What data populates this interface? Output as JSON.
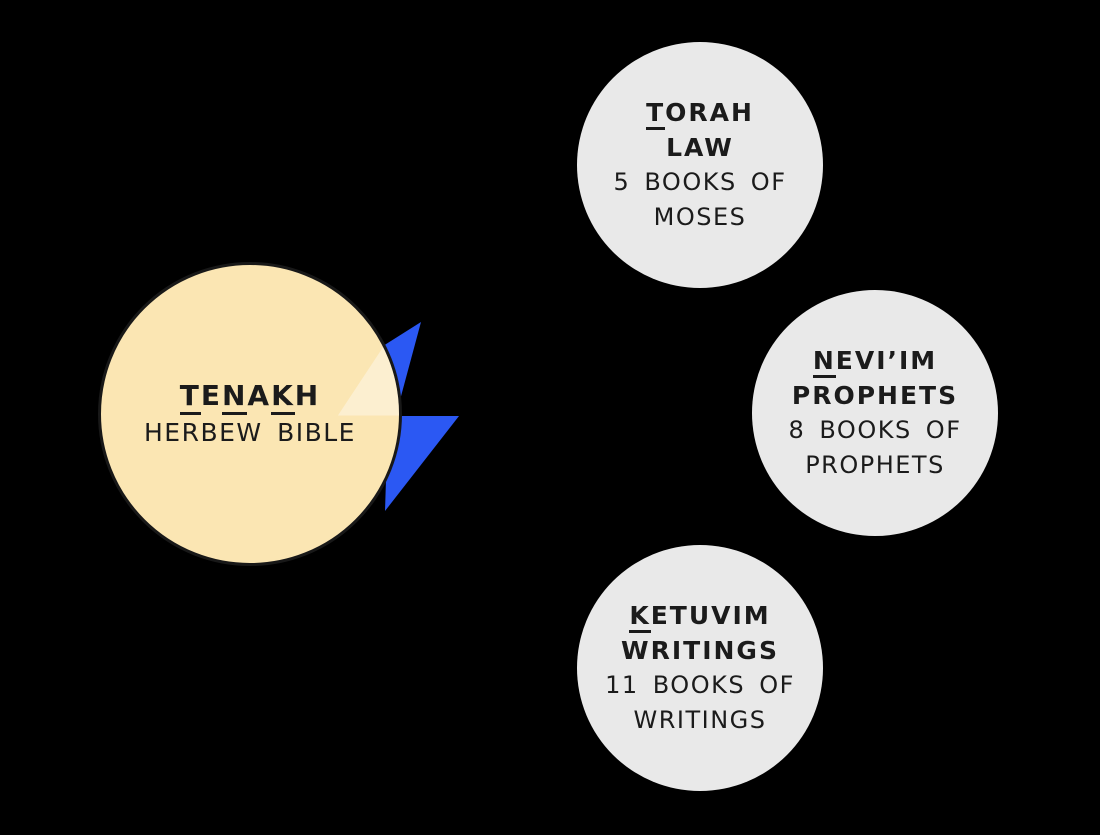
{
  "colors": {
    "background": "#000000",
    "main_fill": "#FBE6B3",
    "main_border": "#181818",
    "branch_fill": "#E9E9E9",
    "arrow_blue": "#2B58F3",
    "text_dark": "#1B1B1B"
  },
  "tenakh": {
    "t1": "T",
    "t2": "E",
    "t3": "N",
    "t4": "A",
    "t5": "K",
    "t6": "H",
    "subtitle": "HERBEW BIBLE"
  },
  "branches": [
    {
      "initial": "T",
      "title_rest": "ORAH",
      "line2": "LAW",
      "line3": "5 BOOKS OF",
      "line4": "MOSES"
    },
    {
      "initial": "N",
      "title_rest": "EVI’IM",
      "line2": "PROPHETS",
      "line3": "8 BOOKS OF",
      "line4": "PROPHETS"
    },
    {
      "initial": "K",
      "title_rest": "ETUVIM",
      "line2": "WRITINGS",
      "line3": "11 BOOKS OF",
      "line4": "WRITINGS"
    }
  ]
}
